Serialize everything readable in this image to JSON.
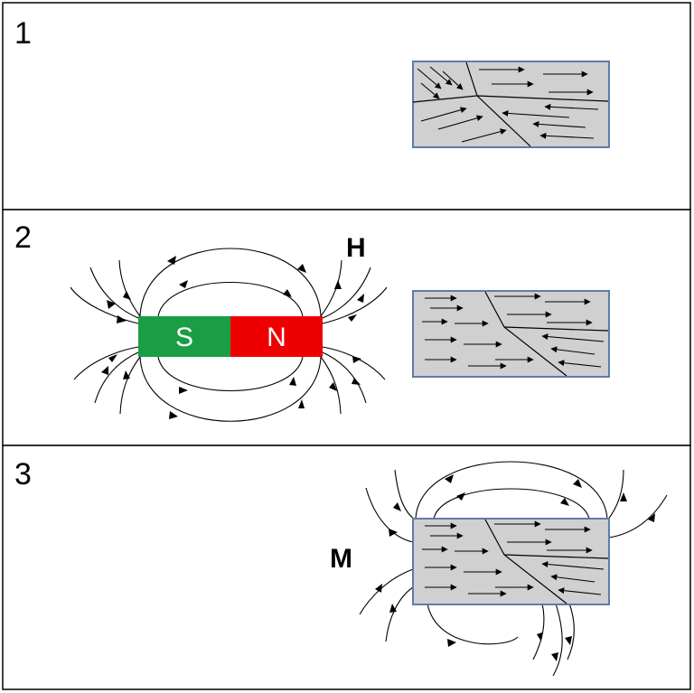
{
  "panels": [
    {
      "number": "1"
    },
    {
      "number": "2",
      "field_label": "H",
      "magnet": {
        "south_label": "S",
        "north_label": "N",
        "south_color": "#1a9e45",
        "north_color": "#ee0000"
      }
    },
    {
      "number": "3",
      "magnetization_label": "M"
    }
  ],
  "colors": {
    "domain_fill": "#d0d0d0",
    "domain_border": "#5b7ea8",
    "line_color": "#000000"
  }
}
